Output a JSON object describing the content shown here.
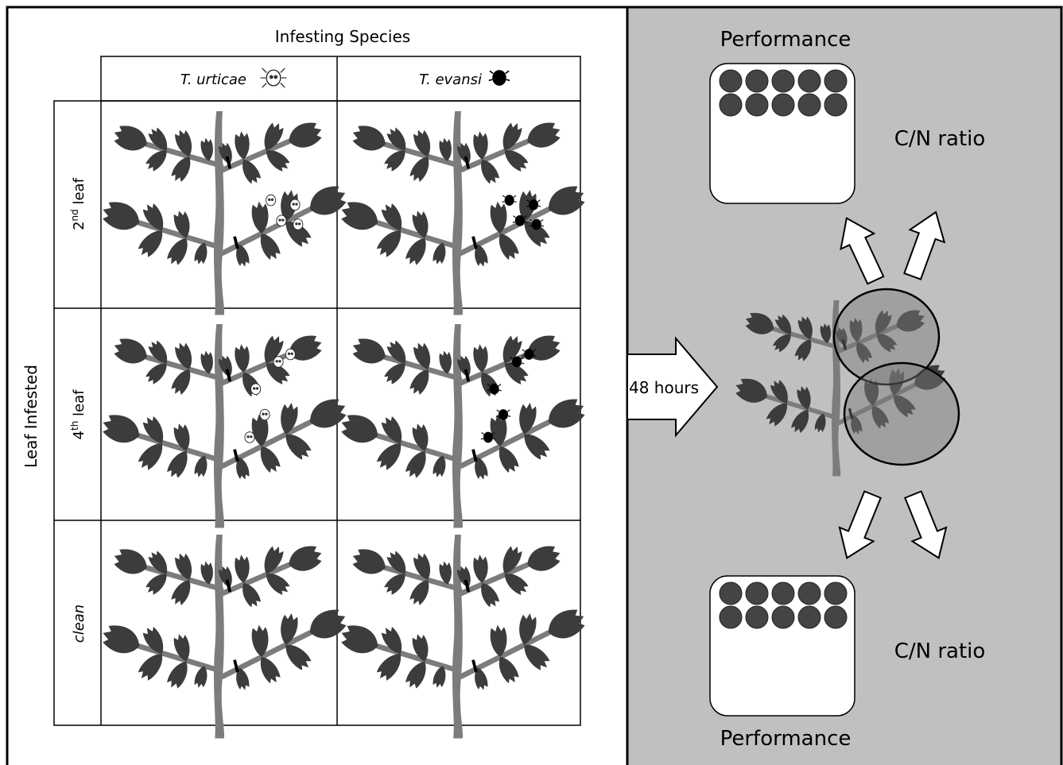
{
  "table": {
    "column_header_title": "Infesting Species",
    "row_header_title": "Leaf Infested",
    "columns": [
      {
        "label": "T. urticae",
        "mite": "light-mite-icon"
      },
      {
        "label": "T. evansi",
        "mite": "dark-mite-icon"
      }
    ],
    "rows": [
      {
        "label_main": "2",
        "label_sup": "nd",
        "label_rest": " leaf",
        "infested": "upper"
      },
      {
        "label_main": "4",
        "label_sup": "th",
        "label_rest": " leaf",
        "infested": "lower"
      },
      {
        "label_main": "clean",
        "label_sup": "",
        "label_rest": "",
        "infested": "none"
      }
    ]
  },
  "arrow_label": "48 hours",
  "right_panel": {
    "performance_top": "Performance",
    "cn_ratio_top": "C/N ratio",
    "cn_ratio_bottom": "C/N ratio",
    "performance_bottom": "Performance",
    "disc_rows": 2,
    "disc_cols": 5
  },
  "colors": {
    "leaf": "#3c3c3c",
    "stem": "#7c7c7c",
    "panel": "#c0c0c0",
    "mite_light": "#ffffff",
    "mite_dark": "#111111"
  }
}
